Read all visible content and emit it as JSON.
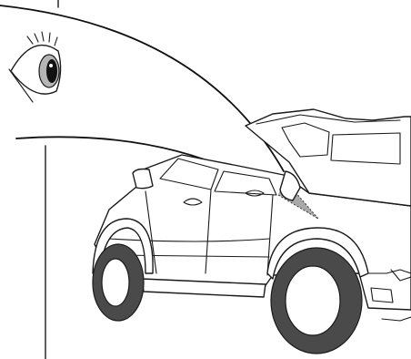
{
  "diagram": {
    "colors": {
      "background": "#ffffff",
      "line": "#1a1a1a",
      "tyre": "#4a4a4a",
      "iris": "#b5b5b5",
      "pupil": "#111111",
      "mirror_zone": "#9a9a9a"
    },
    "elements": [
      "eye-icon",
      "upper-sight-line",
      "lower-sight-line",
      "vertical-reference-line",
      "pickup-truck",
      "side-mirror-view-zone"
    ]
  }
}
